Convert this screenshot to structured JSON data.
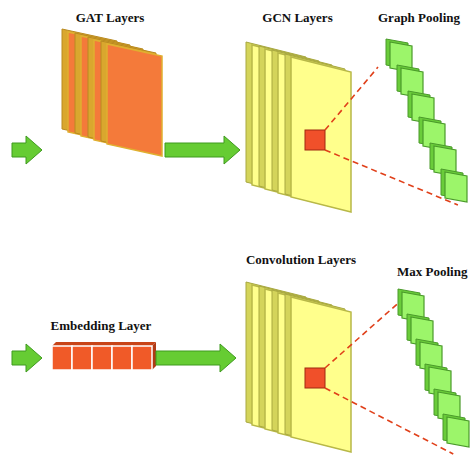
{
  "diagram": {
    "nodes": [
      {
        "text": [
          "GAT Layers"
        ]
      },
      {
        "text": [
          "GCN Layers"
        ]
      },
      {
        "text": [
          "Graph Pooling"
        ]
      },
      {
        "text": [
          "Convolution Layers"
        ]
      },
      {
        "text": [
          "Max Pooling"
        ]
      },
      {
        "text": [
          "Embedding Layer"
        ]
      }
    ],
    "edges": [
      {
        "from": 0,
        "to": 1,
        "arrow": "to"
      },
      {
        "from": 1,
        "to": 2,
        "arrow": "none"
      },
      {
        "from": 5,
        "to": 3,
        "arrow": "to"
      },
      {
        "from": 3,
        "to": 4,
        "arrow": "none"
      }
    ]
  }
}
